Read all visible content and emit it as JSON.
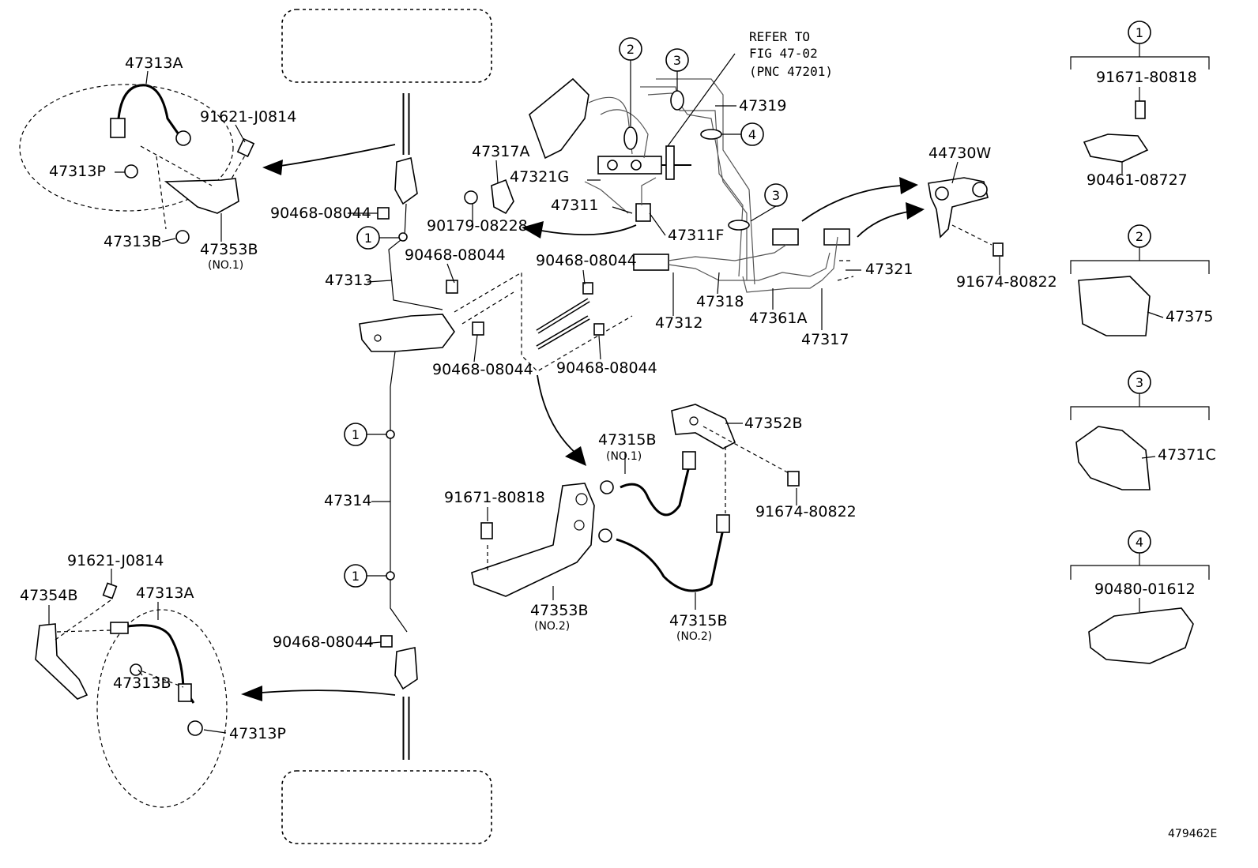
{
  "refer": {
    "line1": "REFER TO",
    "line2": "FIG 47-02",
    "line3": "(PNC 47201)"
  },
  "labels": {
    "p47313A_top": "47313A",
    "p91621_top": "91621-J0814",
    "p47313P_top": "47313P",
    "p47313B_top": "47313B",
    "p47353B_no1": "47353B",
    "p47353B_no1_sub": "(NO.1)",
    "p90468_a": "90468-08044",
    "p47313": "47313",
    "p90468_b": "90468-08044",
    "p90468_c": "90468-08044",
    "p47317A": "47317A",
    "p47321G": "47321G",
    "p47311": "47311",
    "p90179": "90179-08228",
    "p47311F": "47311F",
    "p90468_d": "90468-08044",
    "p90468_e": "90468-08044",
    "p47312": "47312",
    "p47318": "47318",
    "p47361A": "47361A",
    "p47317": "47317",
    "p47319": "47319",
    "p47321": "47321",
    "p44730W": "44730W",
    "p91674_right": "91674-80822",
    "p47352B": "47352B",
    "p47315B_no1": "47315B",
    "p47315B_no1_sub": "(NO.1)",
    "p91671_mid": "91671-80818",
    "p91674_mid": "91674-80822",
    "p47353B_no2": "47353B",
    "p47353B_no2_sub": "(NO.2)",
    "p47315B_no2": "47315B",
    "p47315B_no2_sub": "(NO.2)",
    "p47314": "47314",
    "p91621_bot": "91621-J0814",
    "p47354B": "47354B",
    "p47313A_bot": "47313A",
    "p90468_f": "90468-08044",
    "p47313B_bot": "47313B",
    "p47313P_bot": "47313P"
  },
  "legend": {
    "c1": "1",
    "c1_top": "91671-80818",
    "c1_bot": "90461-08727",
    "c2": "2",
    "c2_part": "47375",
    "c3": "3",
    "c3_part": "47371C",
    "c4": "4",
    "c4_top": "90480-01612"
  },
  "callouts": {
    "one": "1",
    "two": "2",
    "three": "3",
    "four": "4"
  },
  "figure_id": "479462E"
}
